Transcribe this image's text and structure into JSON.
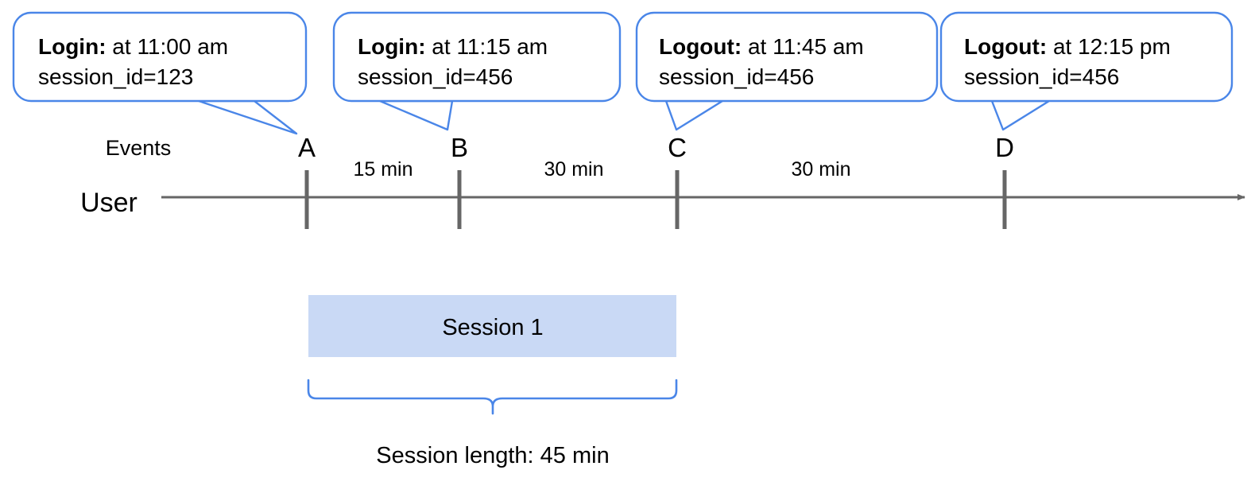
{
  "diagram": {
    "title_row_label": "Events",
    "axis_row_label": "User",
    "colors": {
      "callout_border": "#4a86e8",
      "callout_fill": "#ffffff",
      "axis_line": "#666666",
      "tick": "#666666",
      "session_bar_fill": "#c9d9f5",
      "brace": "#4a86e8",
      "text": "#000000"
    },
    "callouts": [
      {
        "id": "callout-a",
        "label_bold": "Login:",
        "label_rest": " at 11:00 am",
        "line2": "session_id=123",
        "points_to": "A"
      },
      {
        "id": "callout-b",
        "label_bold": "Login:",
        "label_rest": " at 11:15 am",
        "line2": "session_id=456",
        "points_to": "B"
      },
      {
        "id": "callout-c",
        "label_bold": "Logout:",
        "label_rest": " at 11:45 am",
        "line2": "session_id=456",
        "points_to": "C"
      },
      {
        "id": "callout-d",
        "label_bold": "Logout:",
        "label_rest": " at 12:15 pm",
        "line2": "session_id=456",
        "points_to": "D"
      }
    ],
    "events": [
      {
        "letter": "A",
        "time": "11:00 am",
        "type": "Login",
        "session_id": "123"
      },
      {
        "letter": "B",
        "time": "11:15 am",
        "type": "Login",
        "session_id": "456"
      },
      {
        "letter": "C",
        "time": "11:45 am",
        "type": "Logout",
        "session_id": "456"
      },
      {
        "letter": "D",
        "time": "12:15 pm",
        "type": "Logout",
        "session_id": "456"
      }
    ],
    "intervals": [
      {
        "from": "A",
        "to": "B",
        "label": "15 min"
      },
      {
        "from": "B",
        "to": "C",
        "label": "30 min"
      },
      {
        "from": "C",
        "to": "D",
        "label": "30 min"
      }
    ],
    "session": {
      "bar_label": "Session 1",
      "caption": "Session length: 45 min",
      "spans_from": "A",
      "spans_to": "C"
    }
  }
}
